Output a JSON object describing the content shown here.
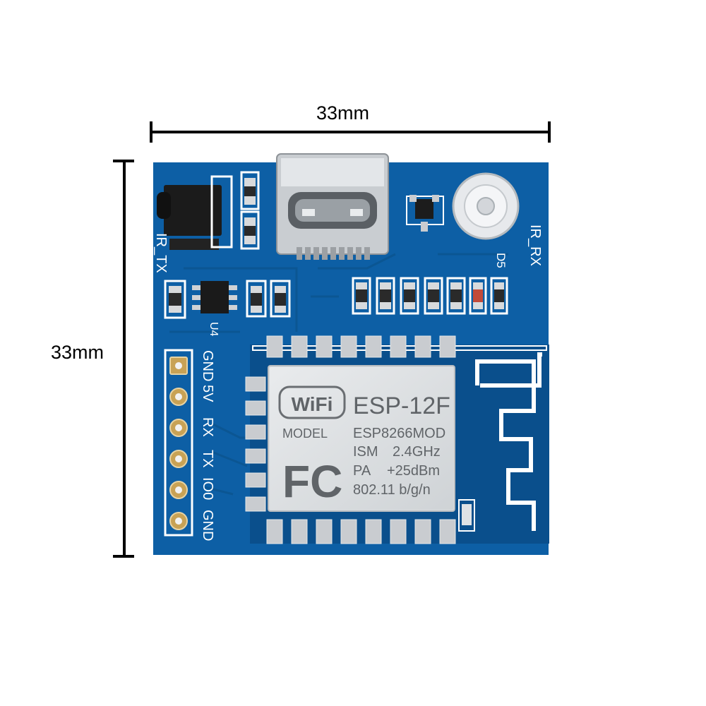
{
  "dimensions": {
    "width_label": "33mm",
    "height_label": "33mm"
  },
  "silkscreen": {
    "ir_tx": "IR_TX",
    "ir_rx": "IR_RX",
    "d5": "D5",
    "u4": "U4",
    "pin_labels": [
      "GND",
      "5V",
      "RX",
      "TX",
      "IO0",
      "GND"
    ]
  },
  "module": {
    "wifi_logo": "WiFi",
    "name": "ESP-12F",
    "model_label": "MODEL",
    "model_value": "ESP8266MOD",
    "ism_label": "ISM",
    "ism_value": "2.4GHz",
    "pa_label": "PA",
    "pa_value": "+25dBm",
    "standard": "802.11 b/g/n",
    "fcc_logo": "FC"
  },
  "colors": {
    "pcb": "#0d5fa5",
    "pcb_dark": "#0a4f8c",
    "silkscreen": "#ffffff",
    "shield": "#d9dcdf",
    "gold": "#c8a255"
  }
}
